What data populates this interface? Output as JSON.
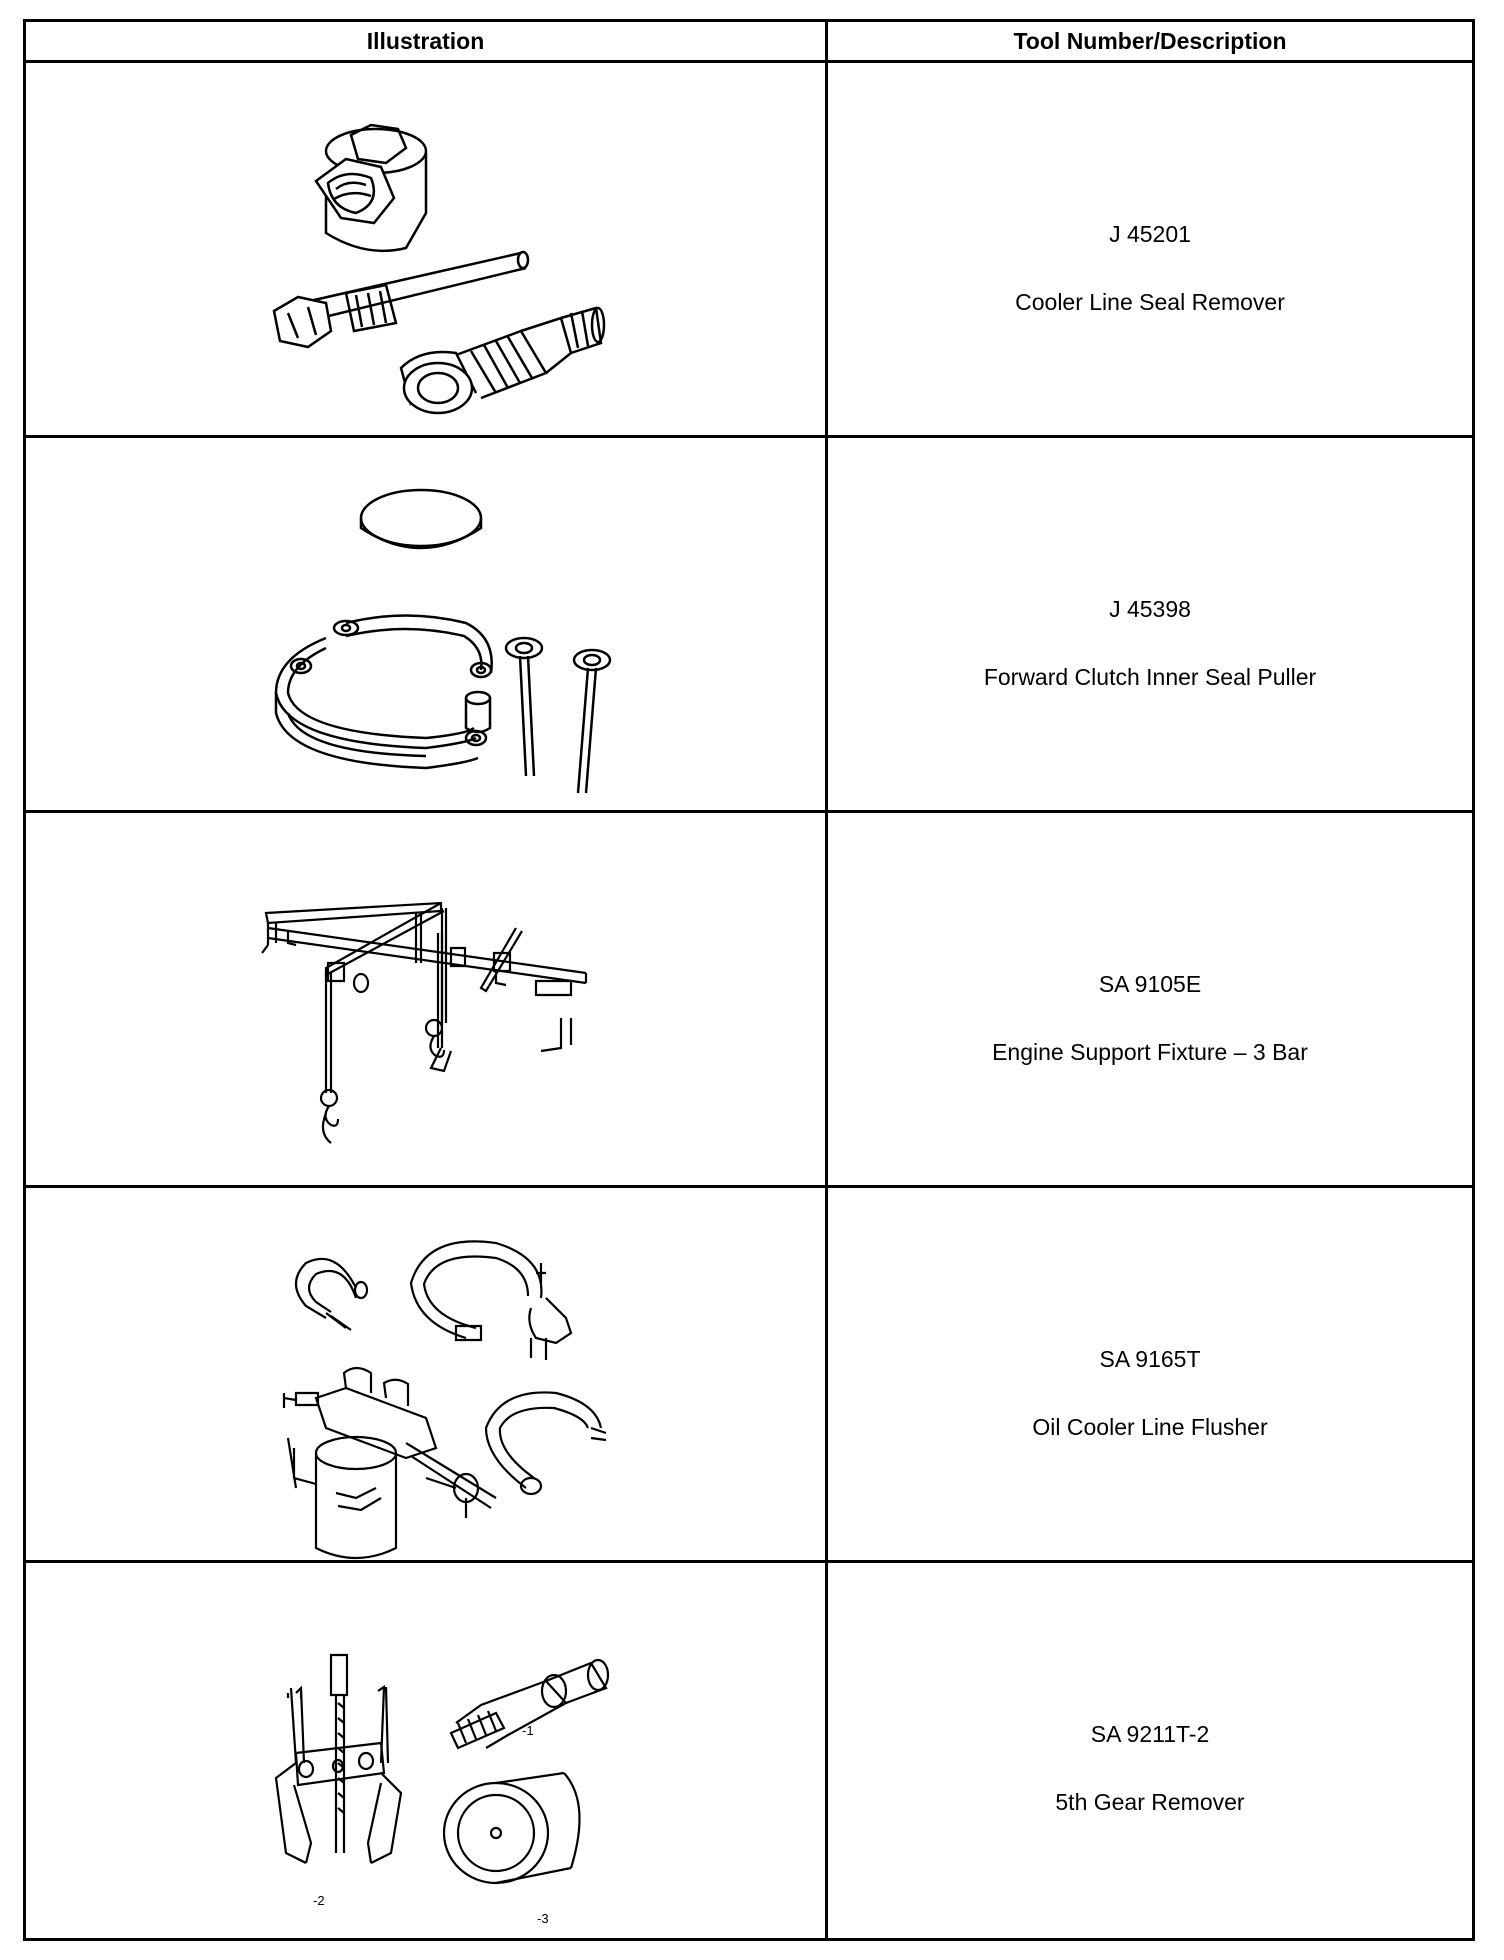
{
  "header": {
    "illustration": "Illustration",
    "tool": "Tool Number/Description"
  },
  "rows": [
    {
      "number": "J 45201",
      "description": "Cooler Line Seal Remover",
      "icon": "cooler-line-seal-remover-illustration"
    },
    {
      "number": "J 45398",
      "description": "Forward Clutch Inner Seal Puller",
      "icon": "forward-clutch-seal-puller-illustration"
    },
    {
      "number": "SA 9105E",
      "description": "Engine Support Fixture – 3 Bar",
      "icon": "engine-support-fixture-illustration"
    },
    {
      "number": "SA 9165T",
      "description": "Oil Cooler Line Flusher",
      "icon": "oil-cooler-line-flusher-illustration"
    },
    {
      "number": "SA 9211T-2",
      "description": "5th Gear Remover",
      "icon": "gear-remover-illustration",
      "part_labels": [
        "-1",
        "-2",
        "-3"
      ]
    }
  ]
}
